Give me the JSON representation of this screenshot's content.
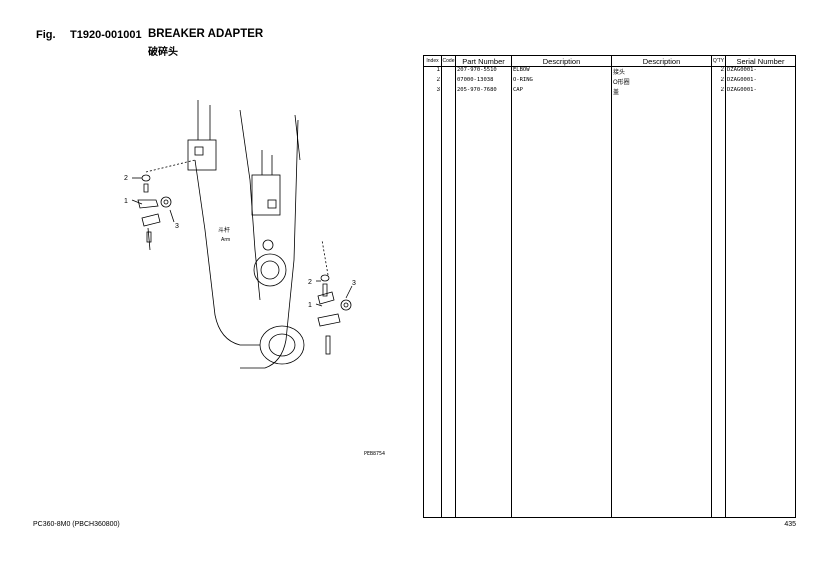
{
  "header": {
    "fig_label": "Fig.",
    "fig_number": "T1920-001001",
    "title": "BREAKER ADAPTER",
    "subtitle": "破碎头"
  },
  "diagram": {
    "arm_label_cn": "斗杆",
    "arm_label_en": "Arm",
    "callouts": [
      "2",
      "1",
      "3",
      "2",
      "3",
      "1"
    ],
    "drawing_code": "PEB8754"
  },
  "table": {
    "columns": [
      "Index",
      "Code",
      "Part Number",
      "Description",
      "Description",
      "Q'TY",
      "Serial Number"
    ],
    "rows": [
      {
        "index": "1",
        "code": "",
        "part_number": "207-970-5510",
        "desc_en": "ELBOW",
        "desc_cn": "接头",
        "qty": "2",
        "serial": "DZAG0001-"
      },
      {
        "index": "2",
        "code": "",
        "part_number": "07000-13038",
        "desc_en": "O-RING",
        "desc_cn": "O形圈",
        "qty": "2",
        "serial": "DZAG0001-"
      },
      {
        "index": "3",
        "code": "",
        "part_number": "205-970-7680",
        "desc_en": "CAP",
        "desc_cn": "盖",
        "qty": "2",
        "serial": "DZAG0001-"
      }
    ]
  },
  "footer": {
    "model": "PC360-8M0 (PBCH360800)",
    "page": "435"
  }
}
